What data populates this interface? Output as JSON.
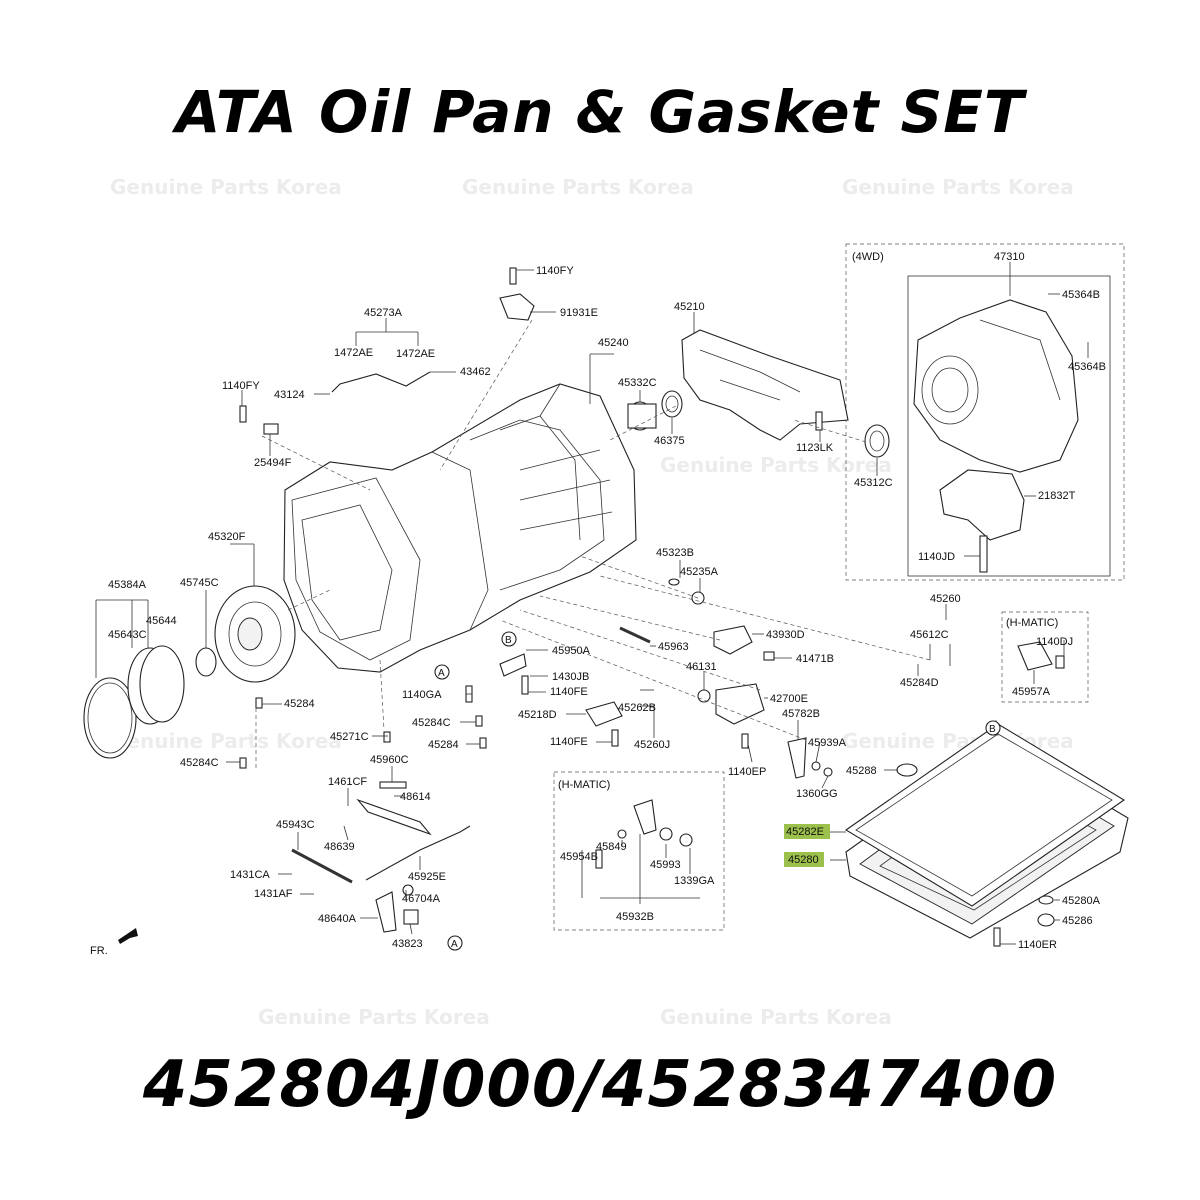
{
  "title": "ATA Oil Pan & Gasket SET",
  "part_numbers": "452804J000/4528347400",
  "watermark": "Genuine Parts Korea",
  "colors": {
    "highlight": "#9bc04c",
    "line": "#333333"
  },
  "boxes": {
    "fourwd": "(4WD)",
    "hmatic_right": "(H-MATIC)",
    "hmatic_left": "(H-MATIC)"
  },
  "circles": {
    "a": "A",
    "b": "B"
  },
  "front_marker": "FR.",
  "labels": {
    "l1140fy_top": "1140FY",
    "l91931e": "91931E",
    "l45273a": "45273A",
    "l1472ae_1": "1472AE",
    "l1472ae_2": "1472AE",
    "l1140fy": "1140FY",
    "l43124": "43124",
    "l43462": "43462",
    "l25494f": "25494F",
    "l45240": "45240",
    "l45332c": "45332C",
    "l46375": "46375",
    "l45210": "45210",
    "l1123lk": "1123LK",
    "l47310": "47310",
    "l45364b_1": "45364B",
    "l45364b_2": "45364B",
    "l45312c": "45312C",
    "l21832t": "21832T",
    "l1140jd": "1140JD",
    "l45320f": "45320F",
    "l45384a": "45384A",
    "l45745c": "45745C",
    "l45644": "45644",
    "l45643c": "45643C",
    "l45284_1": "45284",
    "l45323b": "45323B",
    "l45235a": "45235A",
    "l45963": "45963",
    "l43930d": "43930D",
    "l41471b": "41471B",
    "l45260": "45260",
    "l45612c": "45612C",
    "l45284d": "45284D",
    "l1140dj": "1140DJ",
    "l45957a": "45957A",
    "l45950a": "45950A",
    "l1430jb": "1430JB",
    "l1140fe_1": "1140FE",
    "l46131": "46131",
    "l42700e": "42700E",
    "l1140ga": "1140GA",
    "l45284c_1": "45284C",
    "l45284_2": "45284",
    "l45271c": "45271C",
    "l45284c_2": "45284C",
    "l45218d": "45218D",
    "l45262b": "45262B",
    "l1140fe_2": "1140FE",
    "l45260j": "45260J",
    "l45782b": "45782B",
    "l45939a": "45939A",
    "l1140ep": "1140EP",
    "l1360gg": "1360GG",
    "l45288": "45288",
    "l45282e": "45282E",
    "l45280": "45280",
    "l45280a": "45280A",
    "l45286": "45286",
    "l1140er": "1140ER",
    "l45960c": "45960C",
    "l1461cf": "1461CF",
    "l48614": "48614",
    "l45943c": "45943C",
    "l48639": "48639",
    "l45925e": "45925E",
    "l1431ca": "1431CA",
    "l1431af": "1431AF",
    "l46704a": "46704A",
    "l48640a": "48640A",
    "l43823": "43823",
    "l45954b": "45954B",
    "l45849": "45849",
    "l45993": "45993",
    "l1339ga": "1339GA",
    "l45932b": "45932B"
  }
}
